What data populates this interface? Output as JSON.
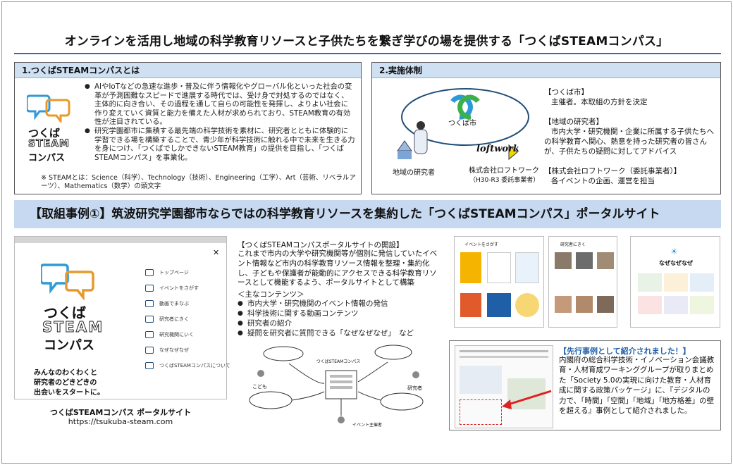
{
  "title": "オンラインを活用し地域の科学教育リソースと子供たちを繋ぎ学びの場を提供する「つくばSTEAMコンパス」",
  "section1": {
    "heading": "1.つくばSTEAMコンパスとは",
    "bullet1": "AIやIoTなどの急速な進歩・普及に伴う情報化やグローバル化といった社会の変革が予測困難なスピードで進展する時代では、受け身で対処するのではなく、主体的に向き合い、その過程を通して自らの可能性を発揮し、よりよい社会に作り変えていく資質と能力を備えた人材が求められており、STEAM教育の有効性が注目されている。",
    "bullet2": "研究学園都市に集積する最先端の科学技術を素材に、研究者とともに体験的に学習できる場を構築することで、青少年が科学技術に触れる中で未来を生きる力を身につけ、「つくばでしかできないSTEAM教育」の提供を目指し、「つくばSTEAMコンパス」を事業化。",
    "note": "※ STEAMとは：Science（科学）、Technology（技術）、Engineering（工学）、Art（芸術、リベラルアーツ）、Mathematics（数学）の頭文字",
    "logo_line1": "つくば",
    "logo_line2": "STEAM",
    "logo_line3": "コンパス"
  },
  "section2": {
    "heading": "2.実施体制",
    "city_label": "つくば市",
    "researcher_label": "地域の研究者",
    "company_label": "株式会社ロフトワーク",
    "company_sub": "（H30-R3 委託事業者）",
    "loftwork_logo": "loftwork",
    "role1_title": "【つくば市】",
    "role1_text": "主催者。本取組の方針を決定",
    "role2_title": "【地域の研究者】",
    "role2_text": "市内大学・研究機関・企業に所属する子供たちへの科学教育へ関心、熱意を持った研究者の皆さんが、子供たちの疑問に対してアドバイス",
    "role3_title": "【株式会社ロフトワーク（委託事業者）】",
    "role3_text": "各イベントの企画、運営を担当"
  },
  "banner": "【取組事例①】筑波研究学園都市ならではの科学教育リソースを集約した「つくばSTEAMコンパス」ポータルサイト",
  "portal": {
    "logo_line1": "つくば",
    "logo_line2": "STEAM",
    "logo_line3": "コンパス",
    "tagline1": "みんなのわくわくと",
    "tagline2": "研究者のどきどきの",
    "tagline3": "出会いをスタートに。",
    "nav": [
      "トップページ",
      "イベントをさがす",
      "動画でまなぶ",
      "研究者にきく",
      "研究機関にいく",
      "なぜなぜなぜ",
      "つくばSTEAMコンパスについて"
    ],
    "caption": "つくばSTEAMコンパス ポータルサイト",
    "url": "https://tsukuba-steam.com"
  },
  "portal_text": {
    "heading": "【つくばSTEAMコンパスポータルサイトの開設】",
    "body": "これまで市内の大学や研究機関等が個別に発信していたイベント情報など市内の科学教育リソース情報を整理・集約化し、子どもや保護者が能動的にアクセスできる科学教育リソースとして機能するよう、ポータルサイトとして構築",
    "contents_label": "＜主なコンテンツ＞",
    "items": [
      "市内大学・研究機関のイベント情報の発信",
      "科学技術に関する動画コンテンツ",
      "研究者の紹介",
      "疑問を研究者に質問できる「なぜなぜなぜ」　など"
    ]
  },
  "thumbs": {
    "event_title": "イベントをさがす",
    "researcher_title": "研究者にきく",
    "naze_title": "なぜなぜなぜ"
  },
  "diagram": {
    "child_label": "こども",
    "center_label": "つくばSTEAMコンパス",
    "researcher_label": "研究者",
    "org_label": "イベント主催者"
  },
  "precedent": {
    "heading": "【先行事例として紹介されました！】",
    "body": "内閣府の総合科学技術・イノベーション会議教育・人材育成ワーキンググループが取りまとめた「Society 5.0の実現に向けた教育・人材育成に関する政策パッケージ」に、『デジタルの力で、「時間」「空間」「地域」「地方格差」の壁を超える』事例として紹介されました。"
  },
  "colors": {
    "accent": "#2e6fb3",
    "head_bg": "#cfe0f2",
    "banner_bg": "#c6d9f1",
    "brand_blue": "#1f4e79",
    "highlight_blue": "#1f5fa8",
    "loftwork_yellow": "#f2d400"
  }
}
